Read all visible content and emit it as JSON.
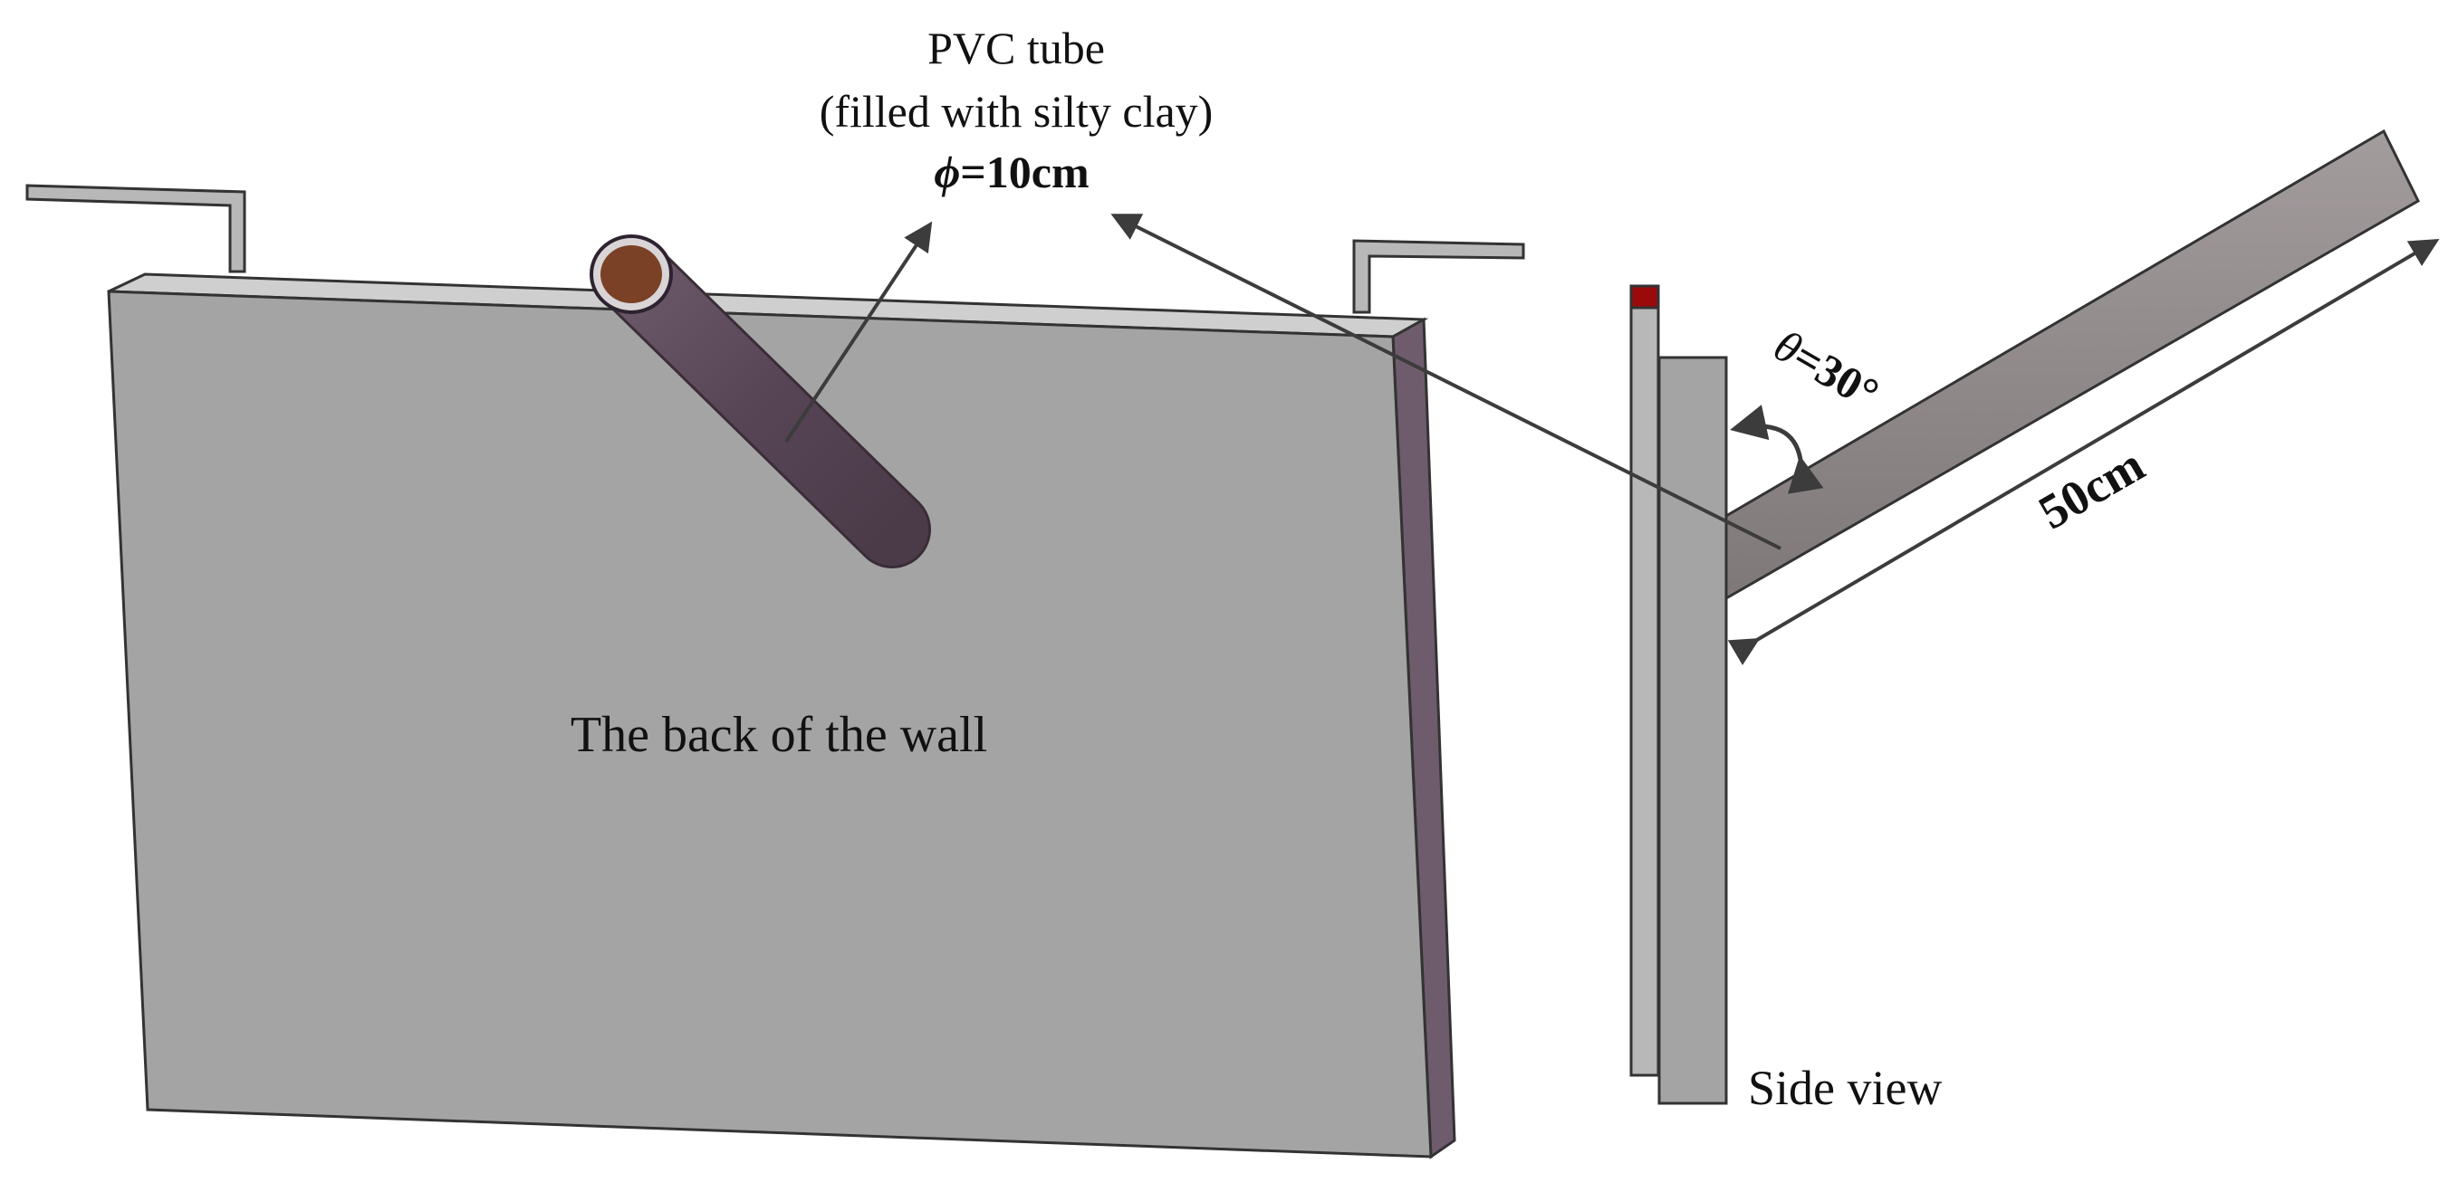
{
  "labels": {
    "tube_title": "PVC tube",
    "tube_fill": "(filled with silty clay)",
    "diameter_symbol": "ϕ",
    "diameter_value": "=10cm",
    "angle_symbol": "θ",
    "angle_value": "=30°",
    "length": "50cm",
    "wall_back": "The back of the wall",
    "side_view": "Side view"
  },
  "colors": {
    "wall_face": "#a4a4a4",
    "wall_top": "#cfcfcf",
    "wall_edge": "#6e5c6c",
    "tube": "#5c4a5a",
    "tube_interior": "#7a4126",
    "tube_side_view": "#8f8889",
    "red_cap": "#9b0a0a",
    "arrows": "#3c3c3c"
  },
  "icons": {
    "leader_arrow": "arrowhead",
    "angle_arrow": "curved-arrow",
    "dimension_arrow": "double-arrow"
  }
}
